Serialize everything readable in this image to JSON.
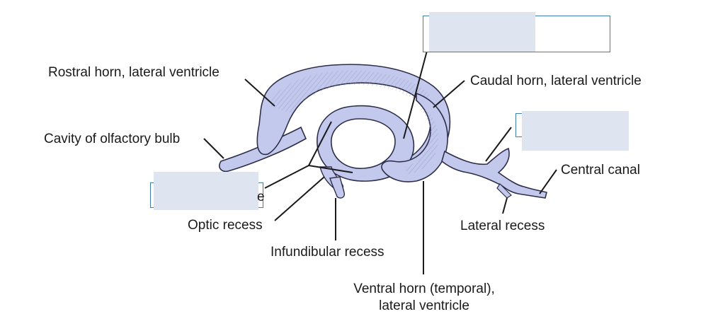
{
  "labels": {
    "rostral_horn": "Rostral horn, lateral ventricle",
    "caudal_horn": "Caudal horn, lateral ventricle",
    "olfactory_bulb": "Cavity of olfactory bulb",
    "central_canal": "Central canal",
    "optic_recess": "Optic recess",
    "lateral_recess": "Lateral recess",
    "infundibular_recess": "Infundibular recess",
    "ventral_horn_line1": "Ventral horn (temporal),",
    "ventral_horn_line2": "lateral ventricle",
    "partial_visible_char": "e"
  },
  "colors": {
    "ventricle_fill": "#c3c9ec",
    "ventricle_stroke": "#2e2e4a",
    "blank_fill": "#dfe5f0",
    "blank_border": "#3a7fb0"
  }
}
